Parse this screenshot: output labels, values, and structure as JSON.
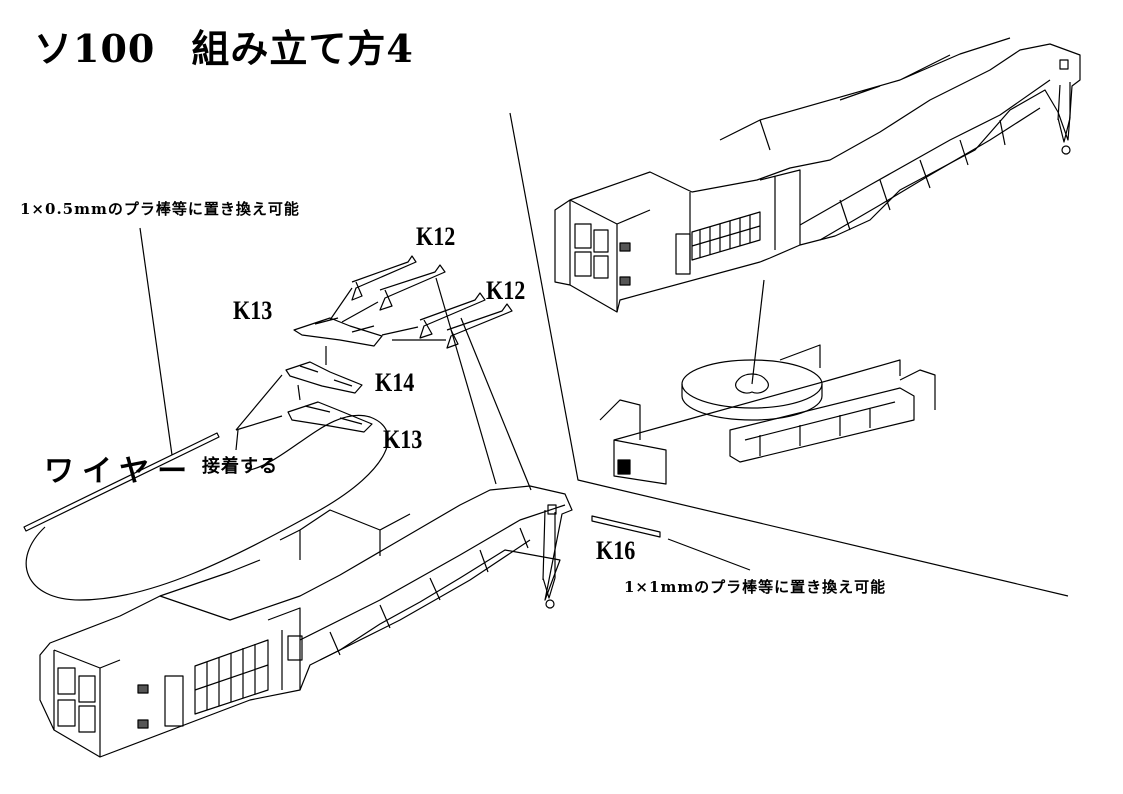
{
  "document": {
    "title": {
      "model": "ソ100",
      "subtitle": "組み立て方4"
    },
    "notes": {
      "wire_replacement": "1×0.5mmのプラ棒等に置き換え可能",
      "k16_replacement": "1×1mmのプラ棒等に置き換え可能",
      "glue": "接着する"
    },
    "labels": {
      "wire": "ワイヤー",
      "k12_upper": "K12",
      "k12_lower": "K12",
      "k13_upper": "K13",
      "k13_lower": "K13",
      "k14": "K14",
      "k16": "K16"
    },
    "illustrations": [
      {
        "name": "completed-crane-with-base",
        "description": "Assembled crane cab and boom mounted above rotating base"
      },
      {
        "name": "crane-chassis-base",
        "description": "Crane car chassis with turntable"
      },
      {
        "name": "crane-boom-assembly",
        "description": "Crane cab and boom with wire and parts K12–K16"
      }
    ]
  }
}
